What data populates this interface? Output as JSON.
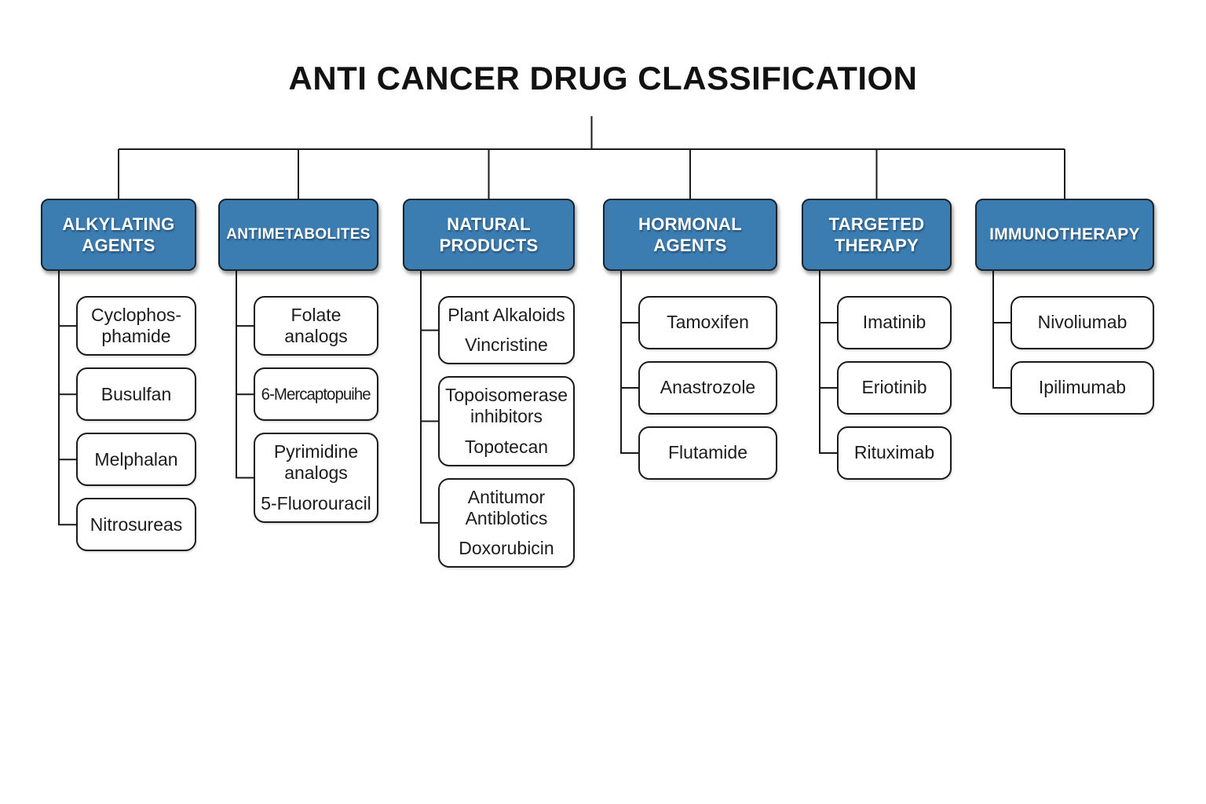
{
  "title": "ANTI CANCER DRUG CLASSIFICATION",
  "colors": {
    "category_fill": "#3b7cb1",
    "category_text": "#ffffff",
    "connector": "#1a1a1a",
    "background": "#ffffff"
  },
  "categories": [
    {
      "id": "alkylating-agents",
      "label": "ALKYLATING AGENTS",
      "children": [
        {
          "text": "Cyclophos-\nphamide"
        },
        {
          "text": "Busulfan"
        },
        {
          "text": "Melphalan"
        },
        {
          "text": "Nitrosureas"
        }
      ]
    },
    {
      "id": "antimetabolites",
      "label": "ANTIMETABOLITES",
      "children": [
        {
          "text": "Folate\nanalogs"
        },
        {
          "text": "6-Mercaptopuihe",
          "condensed": true
        },
        {
          "text": "Pyrimidine\nanalogs",
          "subtext": "5-Fluorouracil"
        }
      ]
    },
    {
      "id": "natural-products",
      "label": "NATURAL PRODUCTS",
      "children": [
        {
          "text": "Plant Alkaloids",
          "subtext": "Vincristine"
        },
        {
          "text": "Topoisomerase\ninhibitors",
          "subtext": "Topotecan"
        },
        {
          "text": "Antitumor\nAntiblotics",
          "subtext": "Doxorubicin"
        }
      ]
    },
    {
      "id": "hormonal-agents",
      "label": "HORMONAL AGENTS",
      "children": [
        {
          "text": "Tamoxifen"
        },
        {
          "text": "Anastrozole"
        },
        {
          "text": "Flutamide"
        }
      ]
    },
    {
      "id": "targeted-therapy",
      "label": "TARGETED THERAPY",
      "children": [
        {
          "text": "Imatinib"
        },
        {
          "text": "Eriotinib"
        },
        {
          "text": "Rituximab"
        }
      ]
    },
    {
      "id": "immunotherapy",
      "label": "IMMUNOTHERAPY",
      "children": [
        {
          "text": "Nivoliumab"
        },
        {
          "text": "Ipilimumab"
        }
      ]
    }
  ]
}
